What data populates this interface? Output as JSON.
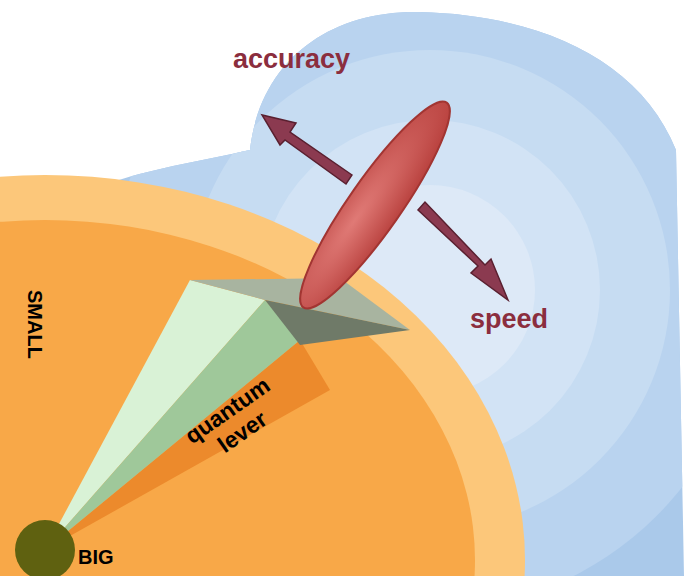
{
  "diagram": {
    "labels": [
      "accuracy",
      "SMALL",
      "speed",
      "quantum lever",
      "BIG"
    ]
  }
}
